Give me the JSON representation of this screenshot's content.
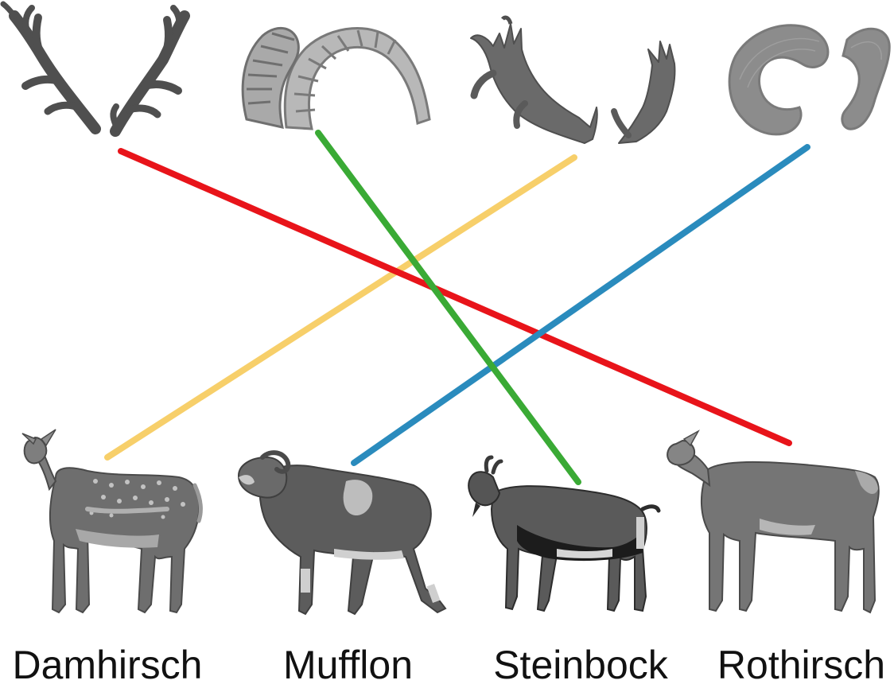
{
  "animals": [
    {
      "name": "Damhirsch",
      "body_icon": "fallow-deer-doe-icon"
    },
    {
      "name": "Mufflon",
      "body_icon": "mouflon-icon"
    },
    {
      "name": "Steinbock",
      "body_icon": "ibex-icon"
    },
    {
      "name": "Rothirsch",
      "body_icon": "red-deer-hind-icon"
    }
  ],
  "headgear": [
    {
      "icon": "red-deer-antler-icon",
      "matches": "Rothirsch"
    },
    {
      "icon": "ibex-horns-icon",
      "matches": "Steinbock"
    },
    {
      "icon": "fallow-deer-antler-icon",
      "matches": "Damhirsch"
    },
    {
      "icon": "mouflon-horns-icon",
      "matches": "Mufflon"
    }
  ],
  "connectors": [
    {
      "from": "red-deer-antler-icon",
      "to": "Rothirsch",
      "color": "#e8141a"
    },
    {
      "from": "ibex-horns-icon",
      "to": "Steinbock",
      "color": "#3aaa35"
    },
    {
      "from": "fallow-deer-antler-icon",
      "to": "Damhirsch",
      "color": "#f7cf6a"
    },
    {
      "from": "mouflon-horns-icon",
      "to": "Mufflon",
      "color": "#2a8bbd"
    }
  ],
  "colors": {
    "silhouette_dark": "#4f4f4f",
    "silhouette_mid": "#7a7a7a",
    "silhouette_light": "#b5b5b5",
    "label_text": "#111111"
  }
}
